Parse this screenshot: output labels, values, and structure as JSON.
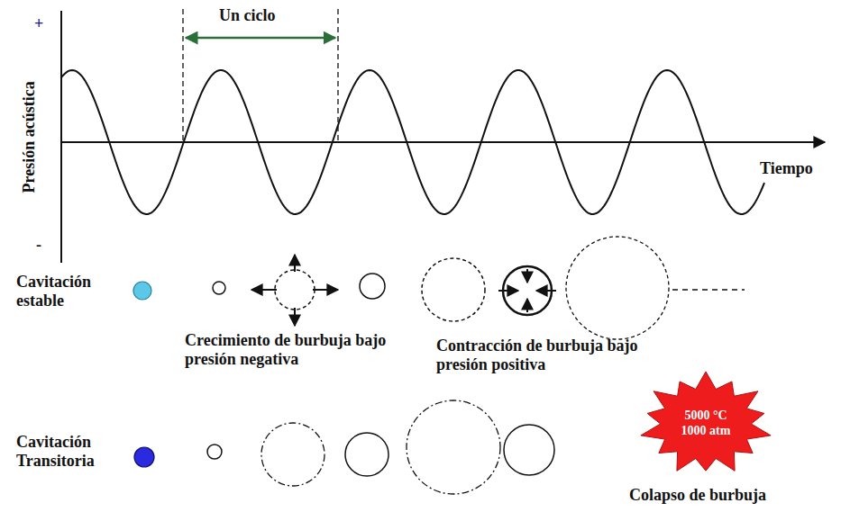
{
  "diagram": {
    "nodes": [
      {
        "text": [
          "5000 °C 1000 atm"
        ]
      }
    ],
    "labels": [
      "+",
      "-",
      "Presión acústica",
      "Un ciclo",
      "Tiempo",
      "Cavitación estable",
      "Crecimiento de burbuja bajo presión negativa",
      "Contracción de burbuja bajo presión positiva",
      "Cavitación Transitoria",
      "Colapso de burbuja"
    ]
  }
}
